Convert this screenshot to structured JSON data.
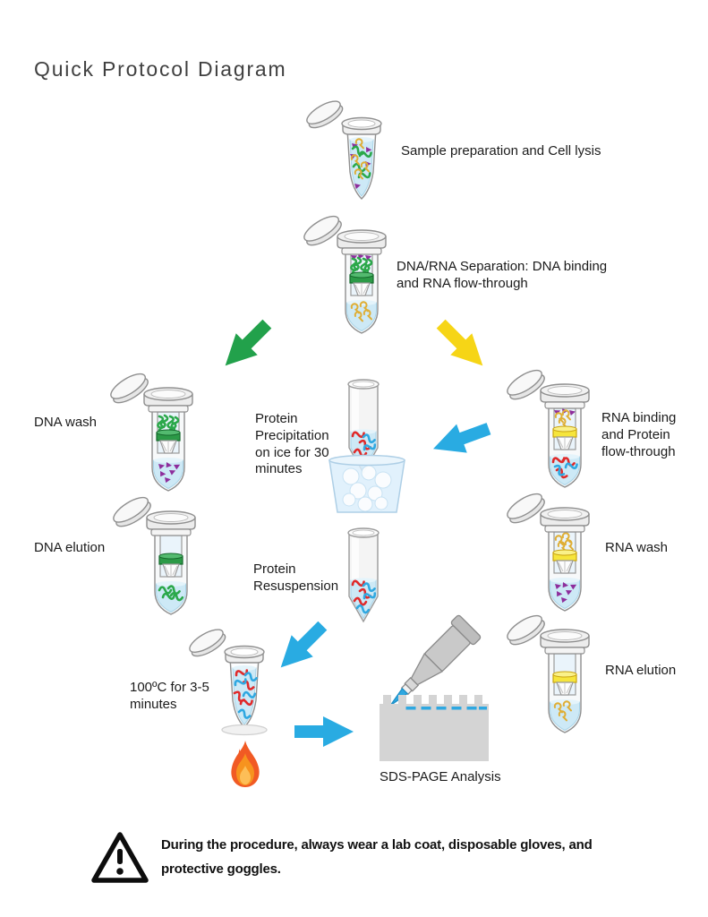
{
  "title": "Quick Protocol Diagram",
  "steps": {
    "sample_prep": "Sample preparation and Cell lysis",
    "separation": "DNA/RNA Separation: DNA binding and RNA flow-through",
    "dna_wash": "DNA wash",
    "protein_precipitation": "Protein Precipitation on ice for 30 minutes",
    "rna_binding": "RNA binding and Protein flow-through",
    "dna_elution": "DNA elution",
    "protein_resuspension": "Protein Resuspension",
    "rna_wash": "RNA wash",
    "boil": "100ºC for 3-5 minutes",
    "rna_elution": "RNA elution",
    "sds_page": "SDS-PAGE Analysis"
  },
  "warning": "During the procedure, always wear a lab coat, disposable gloves, and protective goggles.",
  "colors": {
    "dna_arrow_green": "#22A14B",
    "rna_arrow_yellow": "#F6D516",
    "flow_arrow_blue": "#29ABE2",
    "liquid_blue": "#CDE9F6",
    "dna_green": "#2BA84A",
    "rna_yellow": "#DFAE35",
    "impurity_purple": "#8E2E9C",
    "protein_red": "#E02A2A",
    "protein_blue": "#2FA8E1",
    "flame_orange": "#F26522"
  }
}
